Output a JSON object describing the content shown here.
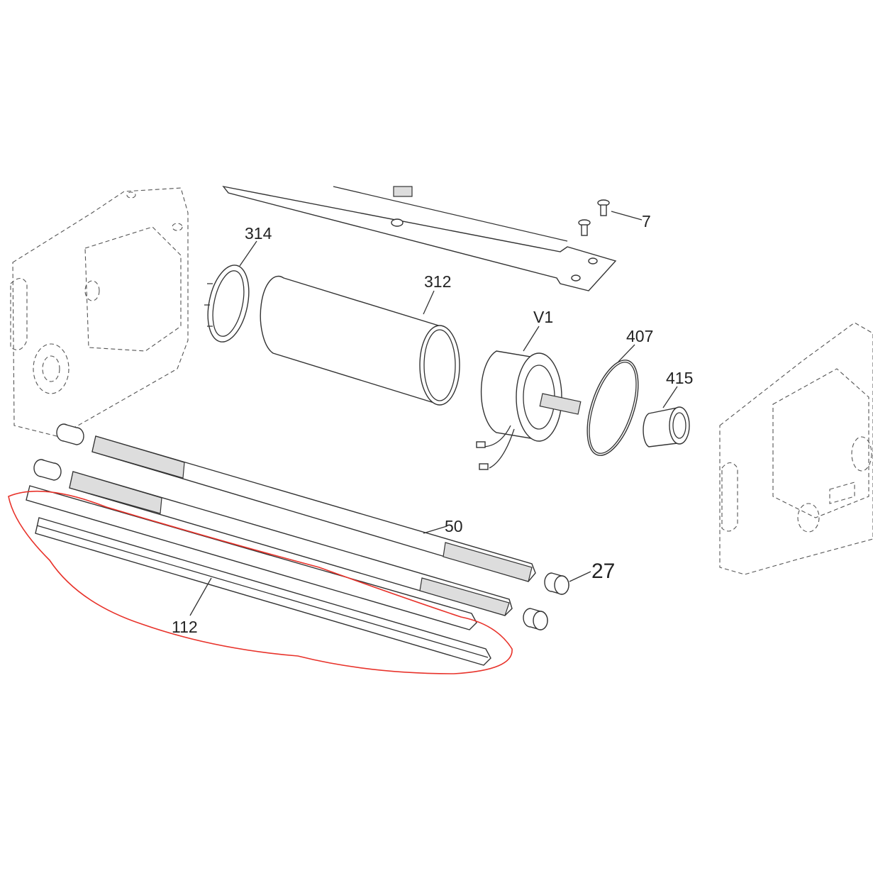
{
  "diagram": {
    "type": "exploded parts view",
    "labels": {
      "screw": "7",
      "ring": "314",
      "sleeve": "312",
      "motor": "V1",
      "o_ring": "407",
      "cap": "415",
      "shaft": "50",
      "bushing": "27",
      "rod": "112"
    },
    "highlight_color": "#e8322a"
  }
}
